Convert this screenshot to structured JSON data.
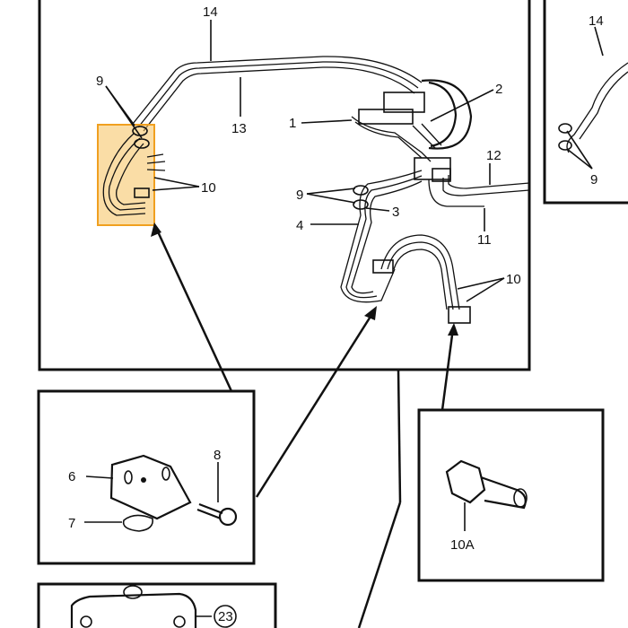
{
  "highlight": {
    "color": "#f6c15c",
    "border": "#f0a020"
  },
  "main_labels": {
    "l14": "14",
    "l13": "13",
    "l9a": "9",
    "l10a": "10",
    "l1": "1",
    "l2": "2",
    "l12": "12",
    "l9b": "9",
    "l3": "3",
    "l4": "4",
    "l11": "11",
    "l10b": "10"
  },
  "right_labels": {
    "l14": "14",
    "l9": "9"
  },
  "inset_bracket": {
    "l6": "6",
    "l7": "7",
    "l8": "8"
  },
  "inset_bolt": {
    "l10A": "10A"
  },
  "inset_bottom": {
    "l23": "23"
  }
}
